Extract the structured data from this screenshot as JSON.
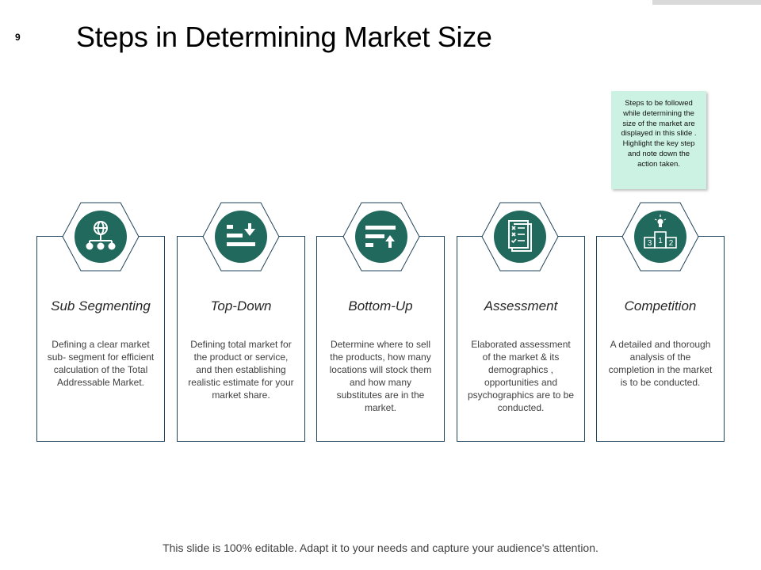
{
  "slide": {
    "number": "9",
    "title": "Steps in Determining Market Size"
  },
  "note": {
    "text": "Steps to be followed while determining the size of the market are displayed in this slide . Highlight the key step and note down the action taken."
  },
  "colors": {
    "accent": "#22695d",
    "border": "#22455c",
    "note_bg": "#ccf2e3"
  },
  "cards": [
    {
      "icon": "network-globe-icon",
      "title": "Sub Segmenting",
      "description": "Defining a clear market sub- segment for efficient calculation of the Total Addressable Market."
    },
    {
      "icon": "sort-down-icon",
      "title": "Top-Down",
      "description": "Defining total market for the product or service, and then establishing realistic estimate for your market share."
    },
    {
      "icon": "sort-up-icon",
      "title": "Bottom-Up",
      "description": "Determine where to sell the products, how many locations will stock them and how many substitutes are in the market."
    },
    {
      "icon": "checklist-icon",
      "title": "Assessment",
      "description": "Elaborated assessment of the market & its demographics , opportunities and psychographics are to be conducted."
    },
    {
      "icon": "podium-icon",
      "title": "Competition",
      "description": "A detailed and thorough analysis of the completion in the market is to be conducted."
    }
  ],
  "footer": {
    "text": "This slide is 100% editable. Adapt it to your needs and capture your audience's attention."
  }
}
